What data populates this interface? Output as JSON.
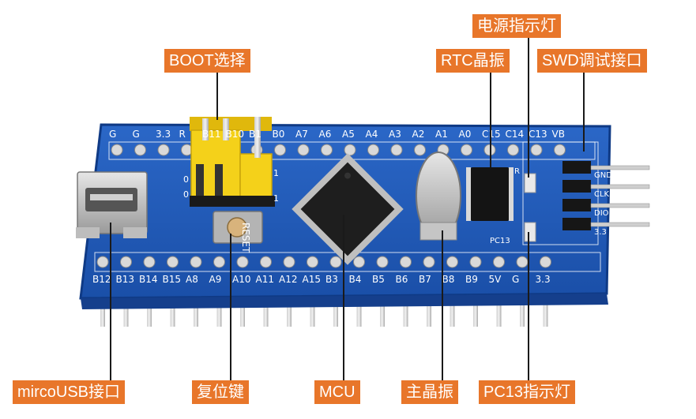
{
  "callouts": {
    "boot": "BOOT选择",
    "power_led": "电源指示灯",
    "rtc": "RTC晶振",
    "swd": "SWD调试接口",
    "usb": "mircoUSB接口",
    "reset": "复位键",
    "mcu": "MCU",
    "crystal": "主晶振",
    "pc13": "PC13指示灯"
  },
  "board": {
    "top_pins": [
      "G",
      "G",
      "3.3",
      "R",
      "B11",
      "B10",
      "B1",
      "B0",
      "A7",
      "A6",
      "A5",
      "A4",
      "A3",
      "A2",
      "A1",
      "A0",
      "C15",
      "C14",
      "C13",
      "VB"
    ],
    "bottom_pins": [
      "B12",
      "B13",
      "B14",
      "B15",
      "A8",
      "A9",
      "A10",
      "A11",
      "A12",
      "A15",
      "B3",
      "B4",
      "B5",
      "B6",
      "B7",
      "B8",
      "B9",
      "5V",
      "G",
      "3.3"
    ],
    "swd_pins": [
      "GND",
      "CLK",
      "DIO",
      "3.3"
    ],
    "reset_label": "RESET",
    "pc13_label": "PC13",
    "boot_marks": [
      "0",
      "0",
      "1",
      "1"
    ],
    "led_r_label": "R",
    "colors": {
      "pcb": "#1d57b5",
      "pcb_edge": "#0f3a85",
      "callout": "#e8762a",
      "jumper": "#f4d11a"
    }
  }
}
